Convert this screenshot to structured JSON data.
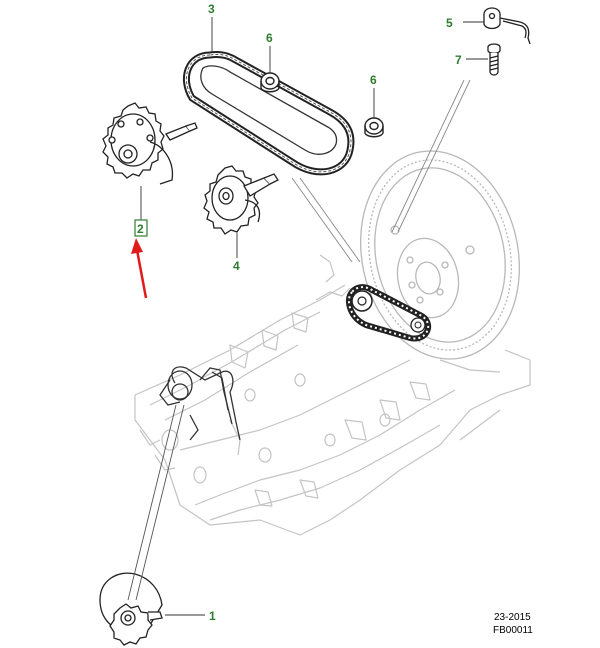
{
  "diagram": {
    "colors": {
      "callout": "#2e7d2e",
      "line": "#333333",
      "ghost": "#bdbdbd",
      "arrow": "#e01b1b",
      "highlight_box": "#2e7d2e"
    },
    "callouts": [
      {
        "id": "1",
        "label": "1"
      },
      {
        "id": "2",
        "label": "2",
        "highlighted": true
      },
      {
        "id": "3",
        "label": "3"
      },
      {
        "id": "4",
        "label": "4"
      },
      {
        "id": "5",
        "label": "5"
      },
      {
        "id": "6a",
        "label": "6"
      },
      {
        "id": "6b",
        "label": "6"
      },
      {
        "id": "7",
        "label": "7"
      }
    ],
    "footer": {
      "date_code": "23-2015",
      "figure_code": "FB00011"
    }
  }
}
